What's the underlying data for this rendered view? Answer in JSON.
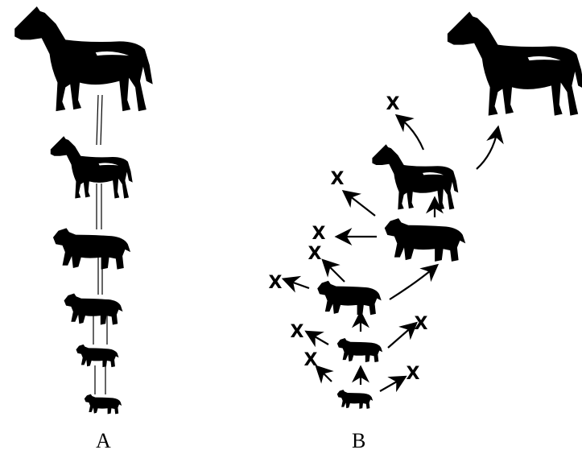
{
  "labels": {
    "panel_a": "A",
    "panel_b": "B",
    "extinct_mark": "X"
  },
  "icons": [
    "horse-silhouette-icon",
    "arrow-icon",
    "extinct-x-icon"
  ],
  "colors": {
    "ink": "#000000",
    "background": "#ffffff"
  }
}
